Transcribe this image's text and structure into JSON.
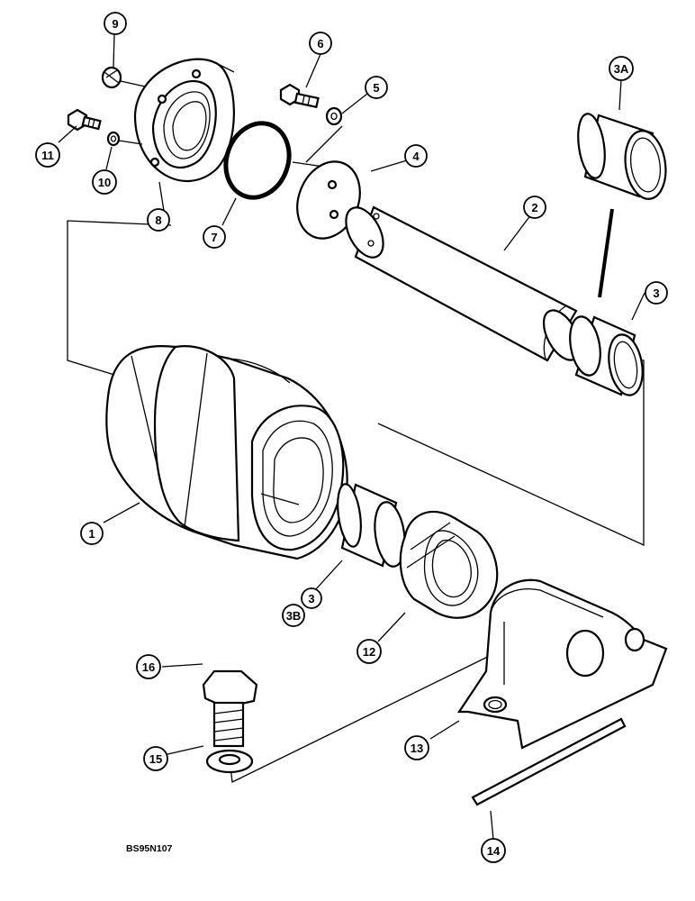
{
  "callouts": {
    "c1": "1",
    "c2": "2",
    "c3": "3",
    "c3a": "3A",
    "c3b_num": "3",
    "c3b": "3B",
    "c4": "4",
    "c5": "5",
    "c6": "6",
    "c7": "7",
    "c8": "8",
    "c9": "9",
    "c10": "10",
    "c11": "11",
    "c12": "12",
    "c13": "13",
    "c14": "14",
    "c15": "15",
    "c16": "16"
  },
  "figure_code": "BS95N107"
}
